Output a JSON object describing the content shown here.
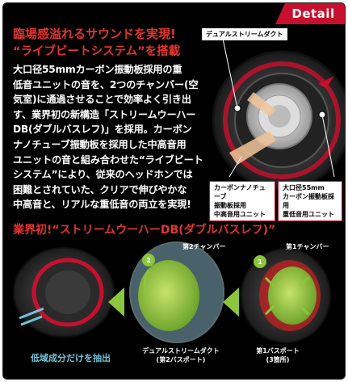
{
  "badge": "Detail",
  "headline": {
    "line1": "臨場感溢れるサウンドを実現!",
    "line2": "“ライブビートシステム”を搭載"
  },
  "body_lines": [
    "大口径55mmカーボン振動板採用の重",
    "低音ユニットの音を、2つのチャンバー(空",
    "気室)に通過させることで効率よく引き出",
    "す、業界初の新構造「ストリームウーハー",
    "DB(ダブルバスレフ)」を採用。カーボン",
    "ナノチューブ振動板を採用した中高音用",
    "ユニットの音と組み合わせた“ライブビート",
    "システム”により、従来のヘッドホンでは",
    "困難とされていた、クリアで伸びやかな",
    "中高音と、リアルな重低音の両立を実現!"
  ],
  "top_diagram": {
    "label_duct": "デュアルストリームダクト",
    "label_mid": [
      "カーボンナノチューブ",
      "振動板採用",
      "中高音用ユニット"
    ],
    "label_bass": [
      "大口径55mm",
      "カーボン振動板採用",
      "重低音用ユニット"
    ]
  },
  "section2_title": "業界初!“ストリームウーハーDB(ダブルバスレフ)”",
  "bottom_diagram": {
    "chamber2": "第2チャンバー",
    "chamber1": "第1チャンバー",
    "marker1": "1",
    "marker2": "2",
    "duct_label": [
      "デュアルストリームダクト",
      "(第2バスポート)"
    ],
    "port1_label": [
      "第1バスポート",
      "(3箇所)"
    ],
    "low_freq": "低域成分だけを抽出"
  },
  "colors": {
    "accent_red": "#c8102e",
    "headline_red": "#e3342f",
    "arrow_green": "#8cc63f",
    "cyan_text": "#6fc4d8"
  }
}
